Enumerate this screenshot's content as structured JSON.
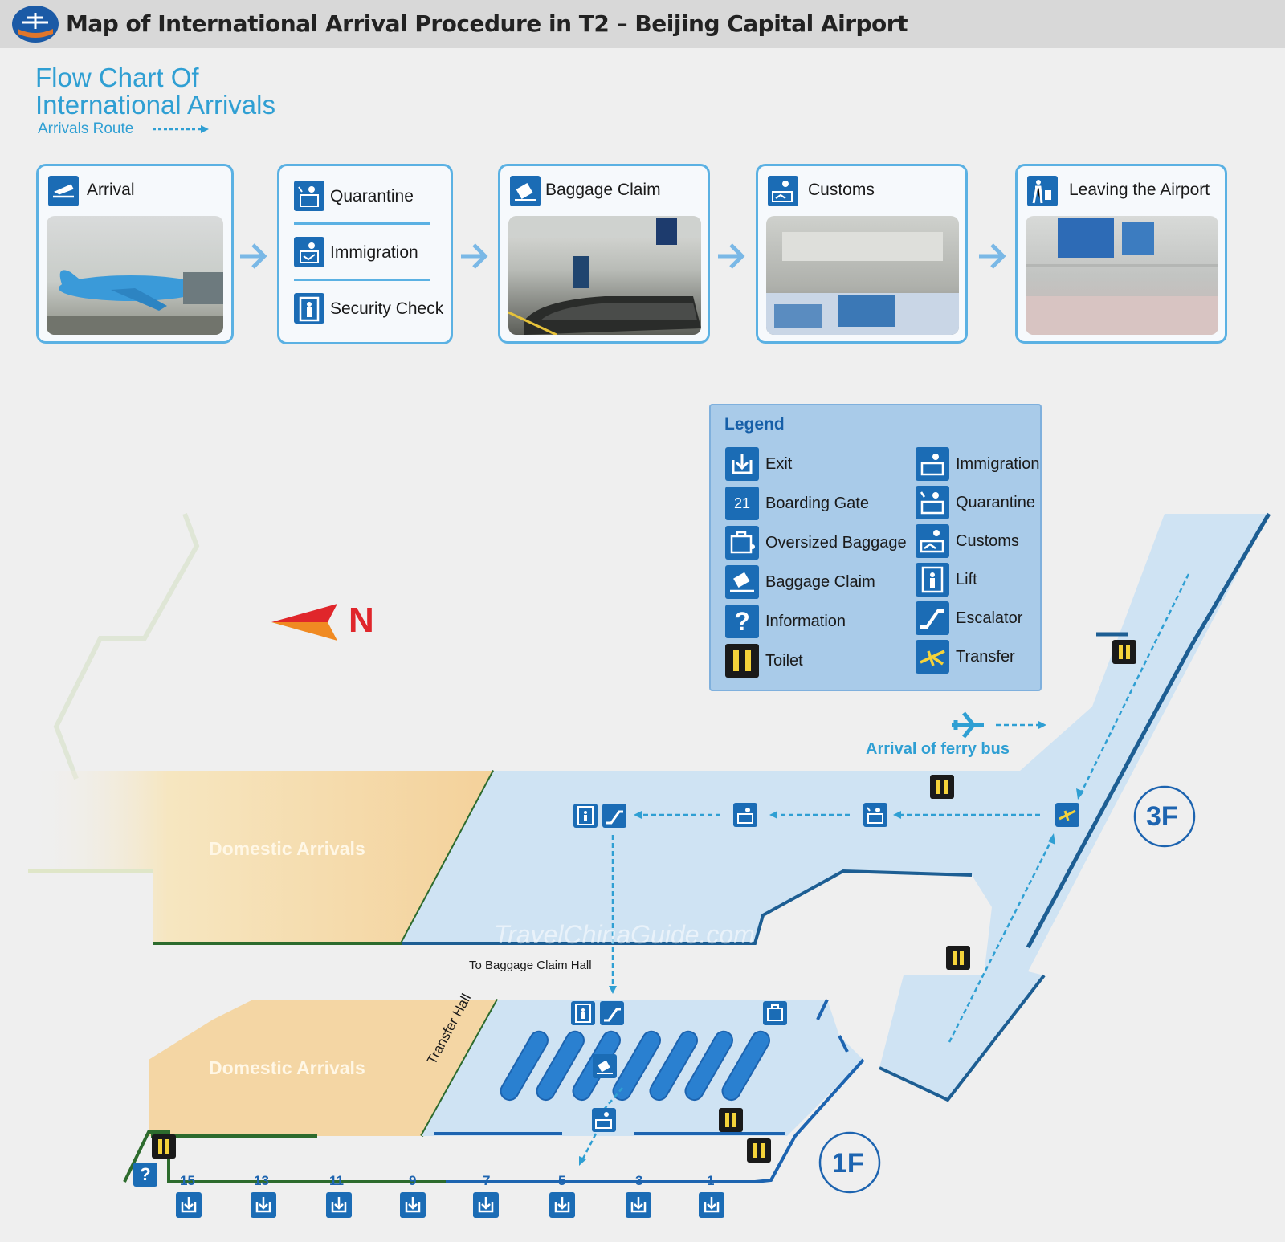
{
  "header": {
    "title": "Map of International Arrival Procedure in T2 – Beijing Capital Airport"
  },
  "flow_chart": {
    "title_line1": "Flow Chart Of",
    "title_line2": "International  Arrivals",
    "route_label": "Arrivals Route"
  },
  "steps": {
    "arrival": "Arrival",
    "quarantine": "Quarantine",
    "immigration": "Immigration",
    "security": "Security Check",
    "baggage": "Baggage Claim",
    "customs": "Customs",
    "leaving": "Leaving the Airport"
  },
  "legend": {
    "title": "Legend",
    "left": [
      "Exit",
      "Boarding Gate",
      "Oversized Baggage",
      "Baggage Claim",
      "Information",
      "Toilet"
    ],
    "right": [
      "Immigration",
      "Quarantine",
      "Customs",
      "Lift",
      "Escalator",
      "Transfer"
    ],
    "boarding_gate_sample": "21",
    "information_glyph": "?"
  },
  "map": {
    "north": "N",
    "ferry_bus": "Arrival of ferry bus",
    "domestic_3f": "Domestic Arrivals",
    "domestic_1f": "Domestic Arrivals",
    "transfer_hall": "Transfer Hall",
    "to_baggage": "To Baggage Claim Hall",
    "floor_3f": "3F",
    "floor_1f": "1F",
    "watermark": "TravelChinaGuide.com",
    "gates": [
      "15",
      "13",
      "11",
      "9",
      "7",
      "5",
      "3",
      "1"
    ],
    "info_glyph": "?"
  },
  "colors": {
    "accent_blue": "#1b6cb5",
    "route_blue": "#2f9fd3",
    "floor_blue": "#cfe3f3",
    "domestic_tan": "#f4d6a4",
    "north_red": "#e0262b"
  }
}
